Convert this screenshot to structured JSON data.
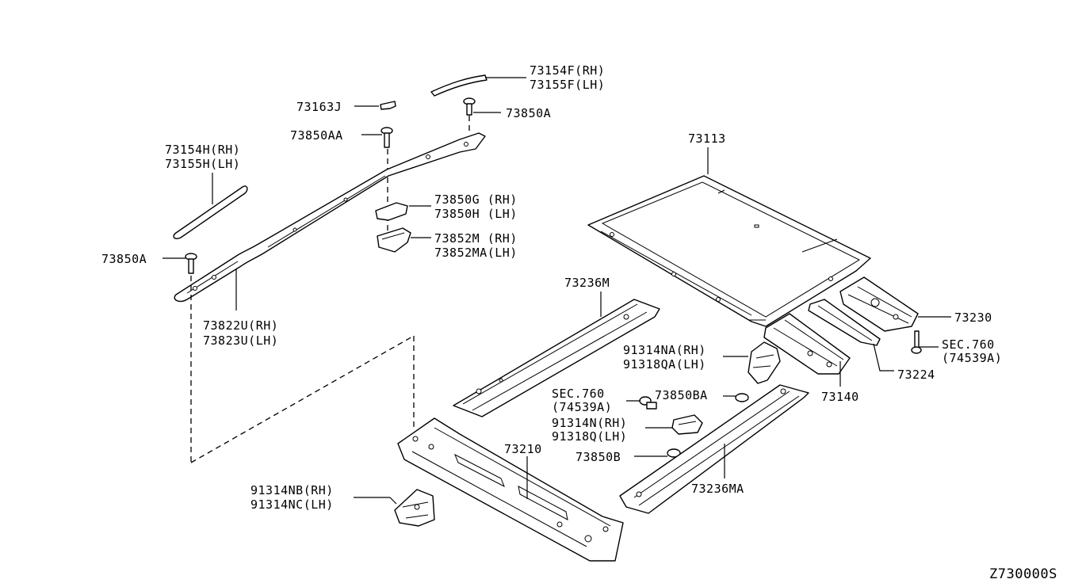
{
  "diagram_code": "Z730000S",
  "callouts": [
    {
      "id": "c-73154f",
      "lines": [
        "73154F(RH)",
        "73155F(LH)"
      ]
    },
    {
      "id": "c-73163j",
      "lines": [
        "73163J"
      ]
    },
    {
      "id": "c-73850a-top",
      "lines": [
        "73850A"
      ]
    },
    {
      "id": "c-73850aa",
      "lines": [
        "73850AA"
      ]
    },
    {
      "id": "c-73154h",
      "lines": [
        "73154H(RH)",
        "73155H(LH)"
      ]
    },
    {
      "id": "c-73850g",
      "lines": [
        "73850G (RH)",
        "73850H (LH)"
      ]
    },
    {
      "id": "c-73852m",
      "lines": [
        "73852M  (RH)",
        "73852MA(LH)"
      ]
    },
    {
      "id": "c-73850a-left",
      "lines": [
        "73850A"
      ]
    },
    {
      "id": "c-73822u",
      "lines": [
        "73822U(RH)",
        "73823U(LH)"
      ]
    },
    {
      "id": "c-73113",
      "lines": [
        "73113"
      ]
    },
    {
      "id": "c-73236m",
      "lines": [
        "73236M"
      ]
    },
    {
      "id": "c-73230",
      "lines": [
        "73230"
      ]
    },
    {
      "id": "c-sec760-right",
      "lines": [
        "SEC.760",
        "(74539A)"
      ]
    },
    {
      "id": "c-91314na",
      "lines": [
        "91314NA(RH)",
        "91318QA(LH)"
      ]
    },
    {
      "id": "c-73224",
      "lines": [
        "73224"
      ]
    },
    {
      "id": "c-73140",
      "lines": [
        "73140"
      ]
    },
    {
      "id": "c-sec760-mid",
      "lines": [
        "SEC.760",
        "(74539A)"
      ]
    },
    {
      "id": "c-73850ba",
      "lines": [
        "73850BA"
      ]
    },
    {
      "id": "c-91314n",
      "lines": [
        "91314N(RH)",
        "91318Q(LH)"
      ]
    },
    {
      "id": "c-73210",
      "lines": [
        "73210"
      ]
    },
    {
      "id": "c-73850b",
      "lines": [
        "73850B"
      ]
    },
    {
      "id": "c-73236ma",
      "lines": [
        "73236MA"
      ]
    },
    {
      "id": "c-91314nb",
      "lines": [
        "91314NB(RH)",
        "91314NC(LH)"
      ]
    }
  ]
}
